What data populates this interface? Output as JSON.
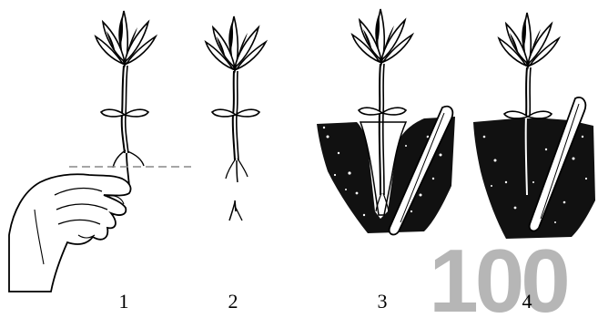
{
  "figure": {
    "panels": [
      {
        "label": "1",
        "scene": "seedling-pinching"
      },
      {
        "label": "2",
        "scene": "pinched-seedling"
      },
      {
        "label": "3",
        "scene": "planting-hole-dibble"
      },
      {
        "label": "4",
        "scene": "planted-seedling-dibble"
      }
    ],
    "watermark": {
      "text": "100",
      "color": "#9e9e9e"
    }
  }
}
